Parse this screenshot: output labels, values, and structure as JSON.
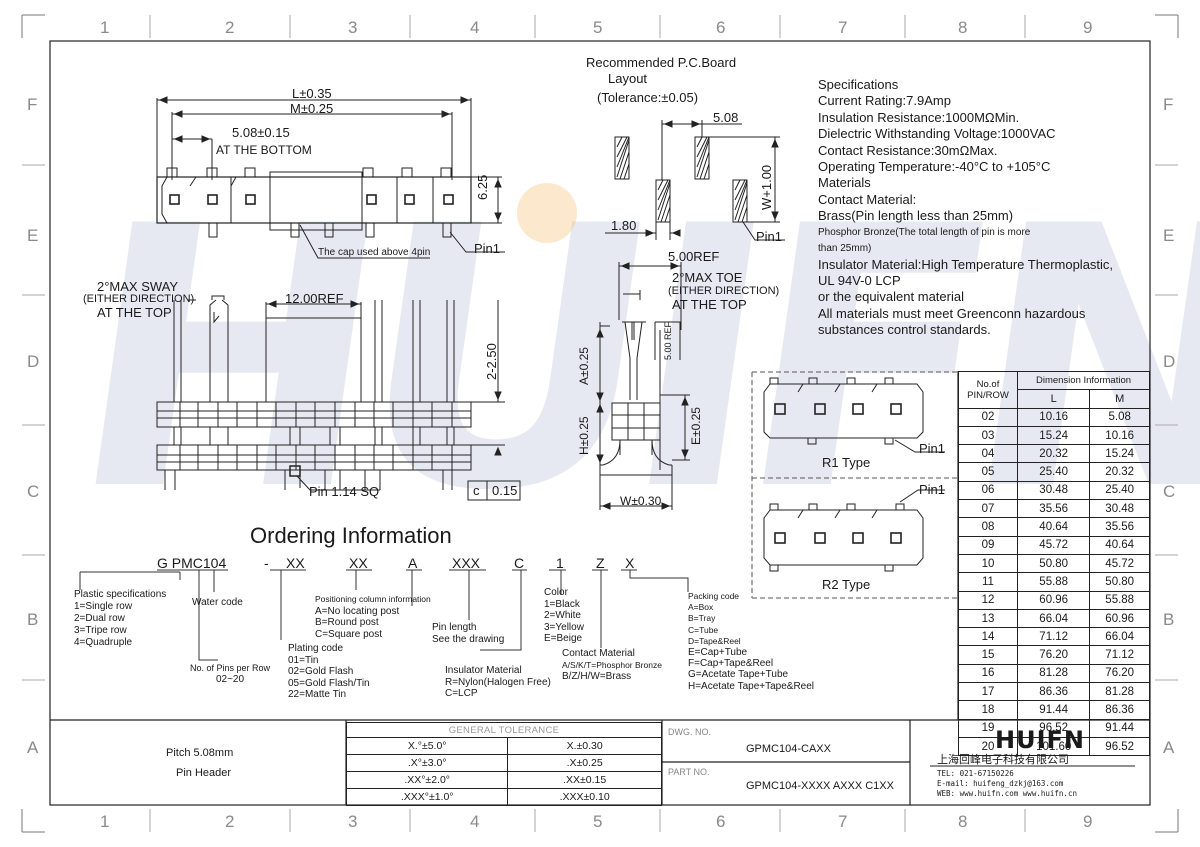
{
  "zones": {
    "columns": [
      "1",
      "2",
      "3",
      "4",
      "5",
      "6",
      "7",
      "8",
      "9"
    ],
    "rows": [
      "F",
      "E",
      "D",
      "C",
      "B",
      "A"
    ]
  },
  "watermark": "HUIFN",
  "pcb": {
    "title_line1": "Recommended P.C.Board",
    "title_line2": "Layout",
    "tolerance": "(Tolerance:±0.05)",
    "pitch": "5.08",
    "row_offset": "W+1.00",
    "pad_width": "1.80",
    "pin1": "Pin1"
  },
  "top_view": {
    "dim_l": "L±0.35",
    "dim_m": "M±0.25",
    "dim_pitch": "5.08±0.15",
    "at_bottom": "AT THE BOTTOM",
    "height": "6.25",
    "cap_note": "The cap used above 4pin",
    "pin1": "Pin1"
  },
  "front_view": {
    "sway_line1": "2°MAX SWAY",
    "sway_line2": "(EITHER DIRECTION)",
    "sway_line3": "AT THE TOP",
    "cap_ref": "12.00REF",
    "dim_250": "2-2.50",
    "pin_size": "Pin 1.14 SQ",
    "flatness_symbol": "c",
    "flatness_value": "0.15"
  },
  "side_view": {
    "ref": "5.00REF",
    "toe_line1": "2°MAX TOE",
    "toe_line2": "(EITHER DIRECTION)",
    "toe_line3": "AT THE TOP",
    "ref_small": "5.00 REF",
    "dim_a": "A±0.25",
    "dim_h": "H±0.25",
    "dim_e": "E±0.25",
    "dim_w": "W±0.30"
  },
  "specs": {
    "lines": [
      "Specifications",
      "Current Rating:7.9Amp",
      "Insulation Resistance:1000MΩMin.",
      "Dielectric Withstanding Voltage:1000VAC",
      "Contact Resistance:30mΩMax.",
      "Operating Temperature:-40°C to +105°C",
      "Materials",
      "Contact Material:",
      "Brass(Pin length less than 25mm)"
    ],
    "bronze_line1": "Phosphor Bronze(The total length of pin is more",
    "bronze_line2": "than 25mm)",
    "lines2": [
      "Insulator Material:High Temperature Thermoplastic,",
      "UL 94V-0 LCP",
      "or the equivalent material",
      "All materials must meet Greenconn hazardous",
      "substances control standards."
    ]
  },
  "types": {
    "r1": "R1 Type",
    "r2": "R2 Type",
    "pin1": "Pin1"
  },
  "dimension_table": {
    "col_pins": "No.of PIN/ROW",
    "col_info": "Dimension Information",
    "col_l": "L",
    "col_m": "M",
    "rows": [
      [
        "02",
        "10.16",
        "5.08"
      ],
      [
        "03",
        "15.24",
        "10.16"
      ],
      [
        "04",
        "20.32",
        "15.24"
      ],
      [
        "05",
        "25.40",
        "20.32"
      ],
      [
        "06",
        "30.48",
        "25.40"
      ],
      [
        "07",
        "35.56",
        "30.48"
      ],
      [
        "08",
        "40.64",
        "35.56"
      ],
      [
        "09",
        "45.72",
        "40.64"
      ],
      [
        "10",
        "50.80",
        "45.72"
      ],
      [
        "11",
        "55.88",
        "50.80"
      ],
      [
        "12",
        "60.96",
        "55.88"
      ],
      [
        "13",
        "66.04",
        "60.96"
      ],
      [
        "14",
        "71.12",
        "66.04"
      ],
      [
        "15",
        "76.20",
        "71.12"
      ],
      [
        "16",
        "81.28",
        "76.20"
      ],
      [
        "17",
        "86.36",
        "81.28"
      ],
      [
        "18",
        "91.44",
        "86.36"
      ],
      [
        "19",
        "96.52",
        "91.44"
      ],
      [
        "20",
        "101.60",
        "96.52"
      ]
    ]
  },
  "ordering": {
    "title": "Ordering Information",
    "code_parts": [
      "G PMC104",
      "-",
      "XX",
      "XX",
      "A",
      "XXX",
      "C",
      "1",
      "Z",
      "X"
    ],
    "plastic_title": "Plastic specifications",
    "plastic_items": [
      "1=Single row",
      "2=Dual row",
      "3=Tripe row",
      "4=Quadruple"
    ],
    "water_code": "Water code",
    "pins_per_row": "No. of Pins per Row",
    "pins_range": "02~20",
    "plating_title": "Plating code",
    "plating_items": [
      "01=Tin",
      "02=Gold Flash",
      "05=Gold Flash/Tin",
      "22=Matte Tin"
    ],
    "positioning_title": "Positioning column information",
    "positioning_items": [
      "A=No locating post",
      "B=Round post",
      "C=Square post"
    ],
    "pin_length_title": "Pin length",
    "pin_length_note": "See the drawing",
    "insulator_title": "Insulator Material",
    "insulator_items": [
      "R=Nylon(Halogen Free)",
      "C=LCP"
    ],
    "color_title": "Color",
    "color_items": [
      "1=Black",
      "2=White",
      "3=Yellow",
      "E=Beige"
    ],
    "contact_title": "Contact Material",
    "contact_items": [
      "A/S/K/T=Phosphor Bronze",
      "B/Z/H/W=Brass"
    ],
    "packing_title": "Packing code",
    "packing_items": [
      "A=Box",
      "B=Tray",
      "C=Tube",
      "D=Tape&Reel"
    ],
    "packing_items2": [
      "E=Cap+Tube",
      "F=Cap+Tape&Reel",
      "G=Acetate Tape+Tube",
      "H=Acetate Tape+Tape&Reel"
    ]
  },
  "title_block": {
    "desc_line1": "Pitch 5.08mm",
    "desc_line2": "Pin Header",
    "tol_header": "GENERAL TOLERANCE",
    "tol_rows": [
      [
        "X.°±5.0°",
        "X.±0.30"
      ],
      [
        ".X°±3.0°",
        ".X±0.25"
      ],
      [
        ".XX°±2.0°",
        ".XX±0.15"
      ],
      [
        ".XXX°±1.0°",
        ".XXX±0.10"
      ]
    ],
    "dwg_label": "DWG. NO.",
    "dwg_value": "GPMC104-CAXX",
    "part_label": "PART NO.",
    "part_value": "GPMC104-XXXX AXXX C1XX",
    "logo": "HUIFN",
    "company": "上海回峰电子科技有限公司",
    "tel": "TEL: 021-67150226",
    "email": "E-mail: huifeng_dzkj@163.com",
    "web": "WEB: www.huifn.com  www.huifn.cn"
  },
  "colors": {
    "line": "#222222",
    "watermark": "#3a5496",
    "zone_text": "#8a8a8a"
  }
}
